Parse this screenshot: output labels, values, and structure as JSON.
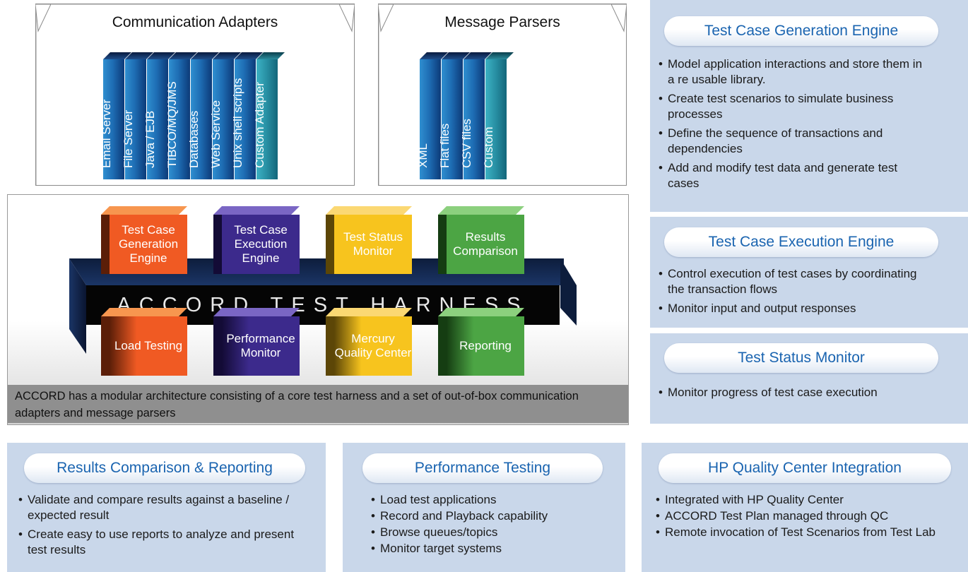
{
  "adapters": {
    "title": "Communication Adapters",
    "items": [
      "Email Server",
      "File Server",
      "Java / EJB",
      "TIBCO/MQ/JMS",
      "Databases",
      "Web Service",
      "Unix shell scripts",
      "Custom Adapter"
    ]
  },
  "parsers": {
    "title": "Message Parsers",
    "items": [
      "XML",
      "Flat files",
      "CSV files",
      "Custom"
    ]
  },
  "harness": {
    "title": "ACCORD TEST HARNESS",
    "top_modules": [
      "Test Case Generation Engine",
      "Test Case Execution Engine",
      "Test Status Monitor",
      "Results Comparison"
    ],
    "bottom_modules": [
      "Load Testing",
      "Performance Monitor",
      "Mercury Quality Center",
      "Reporting"
    ],
    "caption": "ACCORD has a modular architecture consisting of a core test harness and a set of out-of-box communication adapters and message parsers"
  },
  "panels": {
    "generation": {
      "title": "Test Case Generation Engine",
      "bullets": [
        "Model application interactions and store them in a re usable library.",
        "Create test scenarios to simulate business processes",
        "Define the sequence of transactions and dependencies",
        "Add and modify test data and generate test cases"
      ]
    },
    "execution": {
      "title": "Test Case Execution Engine",
      "bullets": [
        "Control execution of test cases by coordinating the transaction flows",
        "Monitor input and output responses"
      ]
    },
    "status": {
      "title": "Test Status Monitor",
      "bullets": [
        "Monitor progress of test case execution"
      ]
    },
    "results": {
      "title": "Results Comparison & Reporting",
      "bullets": [
        "Validate and compare results against a baseline / expected result",
        "Create easy to use reports to analyze and present test results"
      ]
    },
    "performance": {
      "title": "Performance Testing",
      "bullets": [
        "Load test applications",
        "Record and Playback  capability",
        "Browse queues/topics",
        "Monitor target systems"
      ]
    },
    "hpqc": {
      "title": "HP Quality Center Integration",
      "bullets": [
        "Integrated with HP Quality Center",
        "ACCORD Test Plan managed through QC",
        "Remote invocation of Test Scenarios from Test Lab"
      ]
    }
  },
  "colors": {
    "orange": "#f05a23",
    "purple": "#3c2a8c",
    "yellow": "#f7c41e",
    "green": "#4ca544",
    "blue_book": "#1e6db4",
    "teal_book": "#278ea2",
    "panel_bg": "#c9d7ea",
    "pill_text": "#1a64b0"
  }
}
